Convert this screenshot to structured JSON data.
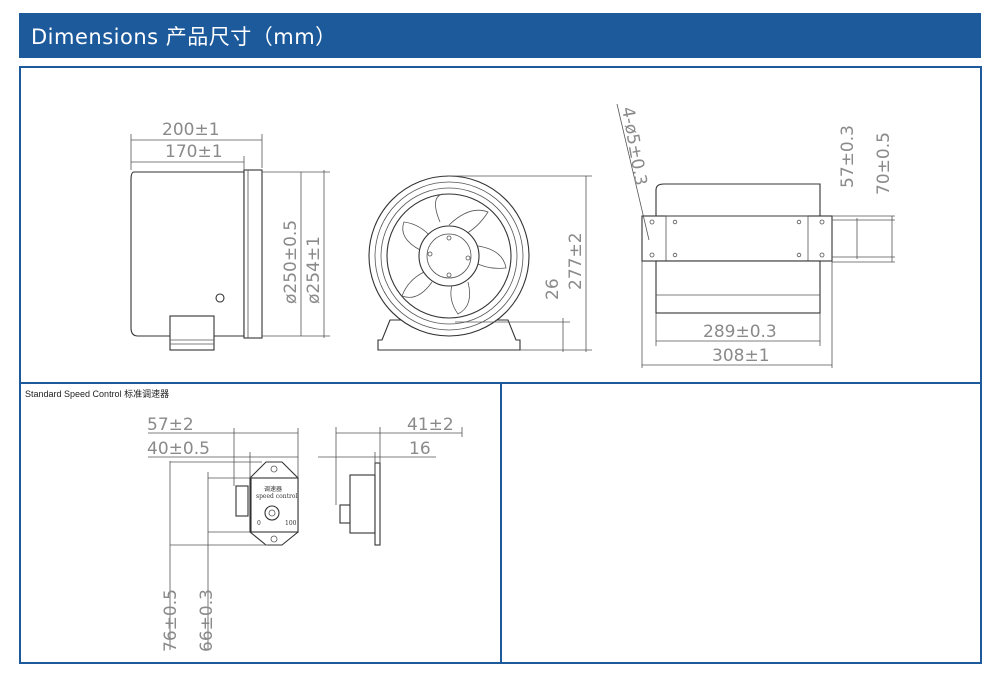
{
  "header": {
    "title": "Dimensions 产品尺寸（mm）"
  },
  "fan_side": {
    "len_total": "200±1",
    "len_body": "170±1",
    "dia_inner": "ø250±0.5",
    "dia_outer": "ø254±1"
  },
  "fan_front": {
    "hub_height": "26",
    "total_height": "277±2"
  },
  "fan_mount": {
    "holes": "4-ø5±0.3",
    "w_inner": "289±0.3",
    "w_outer": "308±1",
    "h_inner": "57±0.3",
    "h_outer": "70±0.5"
  },
  "controller": {
    "section_title": "Standard Speed Control 标准调速器",
    "w_outer": "57±2",
    "w_inner": "40±0.5",
    "h_outer": "76±0.5",
    "h_inner": "66±0.3",
    "depth_outer": "41±2",
    "depth_inner": "16",
    "face_label_cn": "调速器",
    "face_label_en": "speed control",
    "scale_min": "0",
    "scale_max": "100"
  },
  "colors": {
    "header_bg": "#1d5a9c",
    "border": "#1d5a9c",
    "dim_text": "#8a8a8a"
  }
}
